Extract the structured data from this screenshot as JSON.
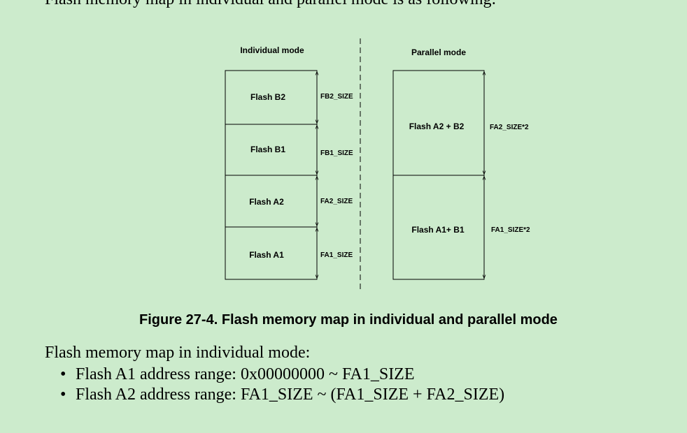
{
  "intro_line": "Flash memory map in individual and parallel mode is as following:",
  "diagram": {
    "individual": {
      "title": "Individual mode",
      "blocks": [
        {
          "label": "Flash B2",
          "size_label": "FB2_SIZE"
        },
        {
          "label": "Flash B1",
          "size_label": "FB1_SIZE"
        },
        {
          "label": "Flash A2",
          "size_label": "FA2_SIZE"
        },
        {
          "label": "Flash A1",
          "size_label": "FA1_SIZE"
        }
      ]
    },
    "parallel": {
      "title": "Parallel mode",
      "blocks": [
        {
          "label": "Flash A2 + B2",
          "size_label": "FA2_SIZE*2"
        },
        {
          "label": "Flash A1+ B1",
          "size_label": "FA1_SIZE*2"
        }
      ]
    }
  },
  "caption": "Figure 27-4. Flash memory map in individual and parallel mode",
  "body": {
    "heading": "Flash memory map in individual mode:",
    "bullet_symbol": "•",
    "bullets": [
      "Flash A1 address range: 0x00000000 ~ FA1_SIZE",
      "Flash A2 address range: FA1_SIZE ~ (FA1_SIZE + FA2_SIZE)"
    ]
  }
}
